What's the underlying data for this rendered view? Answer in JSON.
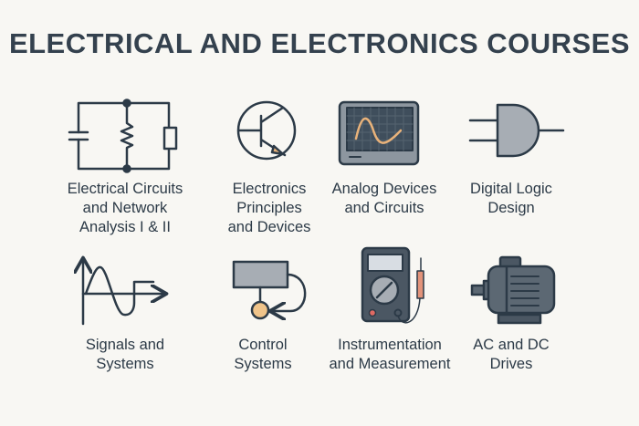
{
  "title": "ELECTRICAL AND ELECTRONICS COURSES",
  "courses": [
    {
      "lines": [
        "Electrical Circuits",
        "and Network",
        "Analysis I & II"
      ],
      "icon": "circuit-icon"
    },
    {
      "lines": [
        "Electronics",
        "Principles",
        "and Devices"
      ],
      "icon": "transistor-icon"
    },
    {
      "lines": [
        "Analog Devices",
        "and Circuits"
      ],
      "icon": "oscilloscope-icon"
    },
    {
      "lines": [
        "Digital Logic",
        "Design"
      ],
      "icon": "and-gate-icon"
    },
    {
      "lines": [
        "Signals and",
        "Systems"
      ],
      "icon": "signal-waveform-icon"
    },
    {
      "lines": [
        "Control",
        "Systems"
      ],
      "icon": "feedback-loop-icon"
    },
    {
      "lines": [
        "Instrumentation",
        "and Measurement"
      ],
      "icon": "multimeter-icon"
    },
    {
      "lines": [
        "AC and DC",
        "Drives"
      ],
      "icon": "motor-icon"
    }
  ],
  "colors": {
    "background": "#f8f7f3",
    "ink": "#2c3a47",
    "accent": "#e8b27a",
    "gray": "#a7adb4"
  }
}
